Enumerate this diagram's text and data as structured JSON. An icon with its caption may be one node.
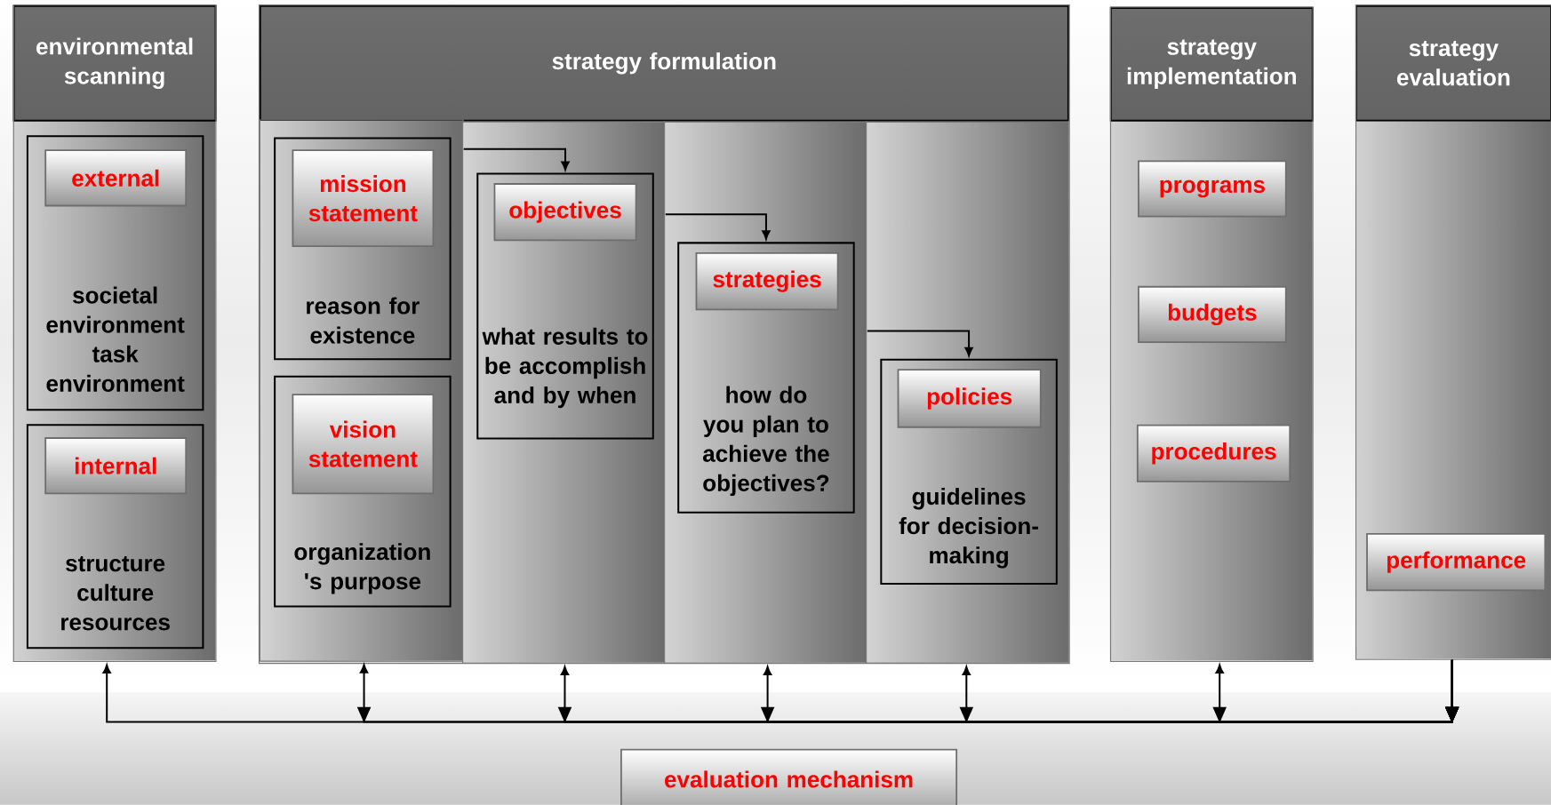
{
  "diagram": {
    "nodes": [
      {
        "text": [
          "environmental scanning"
        ]
      },
      {
        "text": [
          "societal environment task environment"
        ],
        "in": 0
      },
      {
        "text": [
          "external"
        ],
        "in": 1
      },
      {
        "text": [
          "structure culture resources"
        ],
        "in": 0
      },
      {
        "text": [
          "internal"
        ],
        "in": 3
      },
      {
        "text": [
          "strategy formulation"
        ]
      },
      {
        "text": [],
        "shape": "box",
        "in": 5
      },
      {
        "text": [
          "reason for existence"
        ],
        "in": 6
      },
      {
        "text": [
          "mission statement"
        ],
        "in": 7
      },
      {
        "text": [
          "organization 's purpose"
        ],
        "in": 6
      },
      {
        "text": [
          "vision statement"
        ],
        "in": 9
      },
      {
        "text": [],
        "shape": "box",
        "in": 5
      },
      {
        "text": [
          "what results to be accomplish and by when"
        ],
        "in": 11
      },
      {
        "text": [
          "objectives"
        ],
        "in": 12
      },
      {
        "text": [],
        "shape": "box",
        "in": 5
      },
      {
        "text": [
          "how do you plan to achieve the objectives?"
        ],
        "in": 14
      },
      {
        "text": [
          "strategies"
        ],
        "in": 15
      },
      {
        "text": [],
        "shape": "box",
        "in": 5
      },
      {
        "text": [
          "guidelines for decision-making"
        ],
        "in": 17
      },
      {
        "text": [
          "policies"
        ],
        "in": 18
      },
      {
        "text": [
          "strategy implementation"
        ]
      },
      {
        "text": [
          "programs"
        ],
        "in": 20
      },
      {
        "text": [
          "budgets"
        ],
        "in": 20
      },
      {
        "text": [
          "procedures"
        ],
        "in": 20
      },
      {
        "text": [
          "strategy evaluation"
        ]
      },
      {
        "text": [
          "performance"
        ],
        "in": 24
      },
      {
        "text": [
          "evaluation mechanism"
        ]
      }
    ],
    "edges": [
      {
        "from": 6,
        "to": 12,
        "arrow": "to"
      },
      {
        "from": 11,
        "to": 15,
        "arrow": "to"
      },
      {
        "from": 14,
        "to": 18,
        "arrow": "to"
      },
      {
        "from": 24,
        "to": 0,
        "arrow": "to"
      },
      {
        "from": 24,
        "to": 6,
        "arrow": "to"
      },
      {
        "from": 24,
        "to": 11,
        "arrow": "to"
      },
      {
        "from": 24,
        "to": 14,
        "arrow": "to"
      },
      {
        "from": 24,
        "to": 17,
        "arrow": "to"
      },
      {
        "from": 24,
        "to": 20,
        "arrow": "to"
      }
    ]
  }
}
